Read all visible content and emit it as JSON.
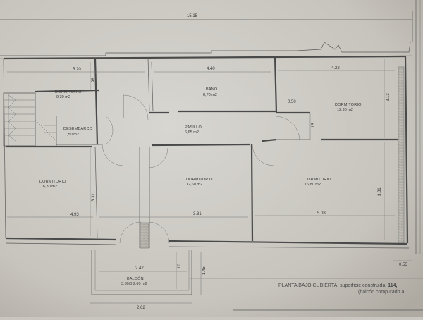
{
  "plan": {
    "overall_width": "15.15",
    "rooms": [
      {
        "id": "dorm-top-left",
        "name": "DORMITORIO",
        "area": "9,30 m2"
      },
      {
        "id": "bano",
        "name": "BAÑO",
        "area": "8,70 m2"
      },
      {
        "id": "dorm-top-right",
        "name": "DORMITORIO",
        "area": "12,90 m2"
      },
      {
        "id": "desembarco",
        "name": "DESEMBARCO",
        "area": "1,50 m2"
      },
      {
        "id": "pasillo",
        "name": "PASILLO",
        "area": "6,65 m2"
      },
      {
        "id": "dorm-bottom-left",
        "name": "DORMITORIO",
        "area": "16,30 m2"
      },
      {
        "id": "dorm-bottom-center",
        "name": "DORMITORIO",
        "area": "12,60 m2"
      },
      {
        "id": "dorm-bottom-right",
        "name": "DORMITORIO",
        "area": "16,80 m2"
      },
      {
        "id": "balcon",
        "name": "BALCÓN",
        "area": "3,80/0 2,60 m2"
      }
    ],
    "dimensions": {
      "top_left": "5.20",
      "top_mid": "4.40",
      "top_right": "4.22",
      "left_vertical": "1.98",
      "right_vertical": "3.13",
      "door_gap": "0.50",
      "pasillo_vertical": "1.15",
      "bottom_left": "4.93",
      "bottom_mid": "3.81",
      "bottom_right": "5.08",
      "center_vertical": "3.31",
      "right_lower_vertical": "3.31",
      "balcony_width": "2.42",
      "balcony_depth_a": "1.10",
      "balcony_depth_b": "1.45",
      "balcony_outer": "2.62",
      "corner": "0.55"
    },
    "caption_line1_a": "PLANTA BAJO CUBIERTA, superficie construida: ",
    "caption_line1_b": "114,",
    "caption_line2": "(balcón computado a"
  }
}
